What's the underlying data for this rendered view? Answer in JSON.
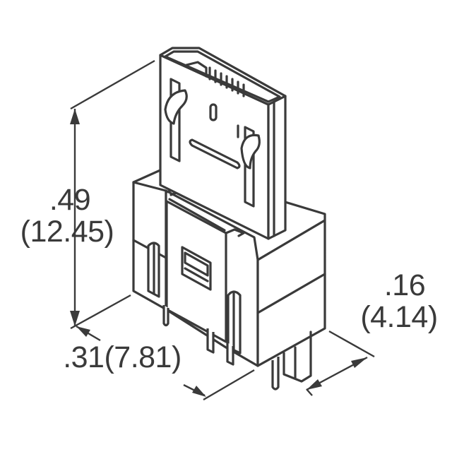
{
  "drawing": {
    "subject": "Vertical HDMI receptacle connector, through-hole",
    "line_color": "#3a3a3a",
    "background": "#ffffff"
  },
  "dimensions": {
    "height": {
      "inch": ".49",
      "mm": "(12.45)"
    },
    "depth": {
      "inch": ".16",
      "mm": "(4.14)"
    },
    "width": {
      "label": ".31(7.81)",
      "inch": ".31",
      "mm": "(7.81)"
    }
  }
}
